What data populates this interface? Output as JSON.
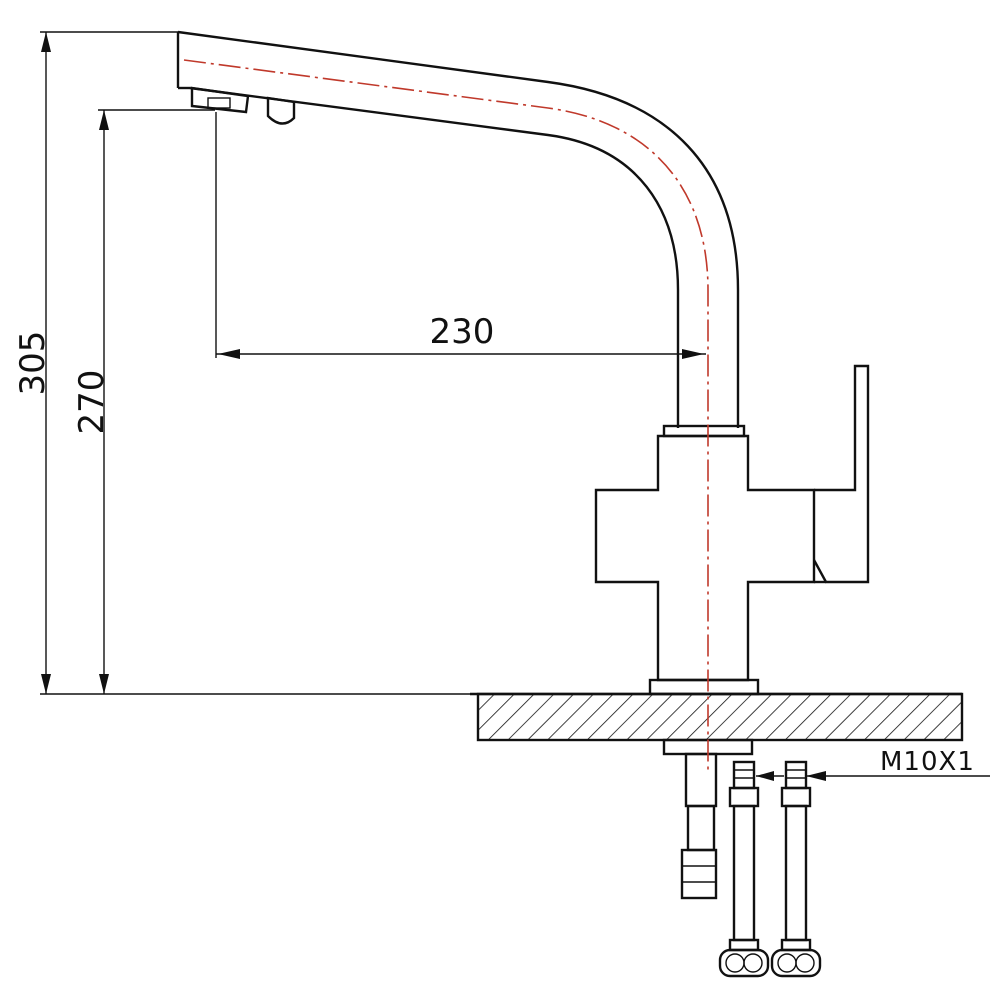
{
  "dimensions": {
    "overall_height": "305",
    "spout_height": "270",
    "spout_reach": "230"
  },
  "callouts": {
    "thread": "M10X1"
  },
  "colors": {
    "outline": "#111111",
    "centerline": "#c0392b",
    "background": "#ffffff"
  }
}
